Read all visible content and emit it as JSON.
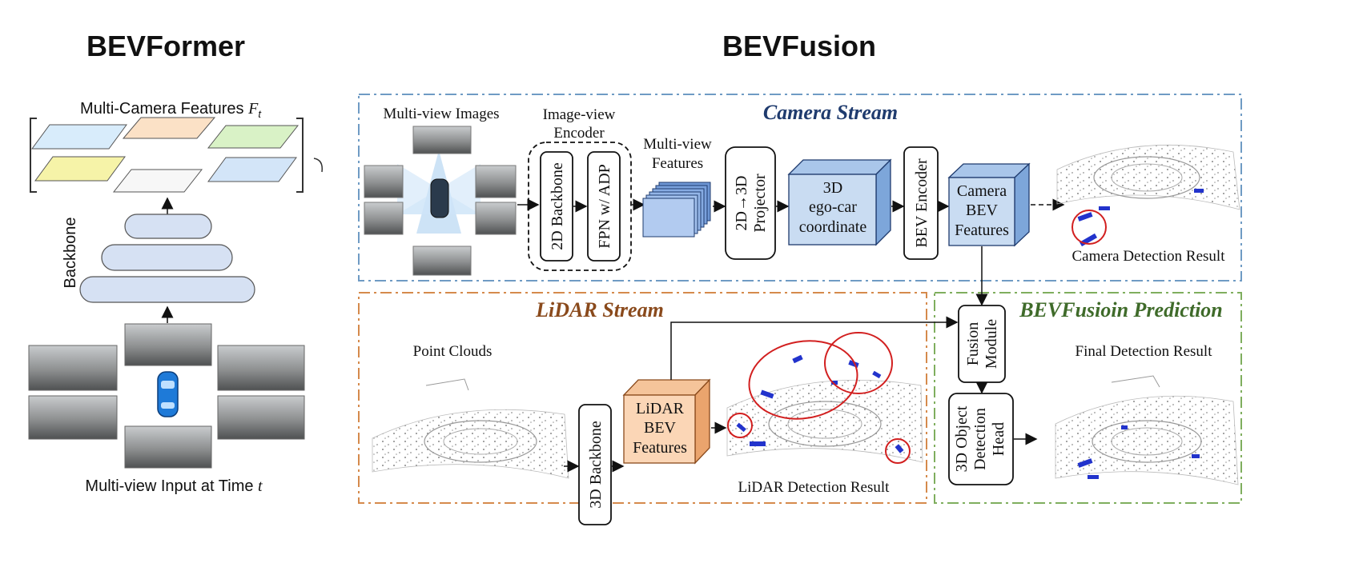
{
  "bevformer": {
    "title": "BEVFormer",
    "features_label": "Multi-Camera Features ",
    "features_var": "F",
    "features_sub": "t",
    "backbone_label": "Backbone",
    "input_label": "Multi-view Input at Time ",
    "input_var": "t"
  },
  "bevfusion": {
    "title": "BEVFusion",
    "camera_stream": {
      "title": "Camera Stream",
      "multiview_images": "Multi-view Images",
      "encoder_title_1": "Image-view",
      "encoder_title_2": "Encoder",
      "backbone_2d": "2D Backbone",
      "fpn": "FPN w/ ADP",
      "mv_features_1": "Multi-view",
      "mv_features_2": "Features",
      "projector_1": "2D→3D",
      "projector_2": "Projector",
      "egocar_1": "3D",
      "egocar_2": "ego-car",
      "egocar_3": "coordinate",
      "bev_encoder": "BEV Encoder",
      "cam_bev_1": "Camera",
      "cam_bev_2": "BEV",
      "cam_bev_3": "Features",
      "result": "Camera Detection Result"
    },
    "lidar_stream": {
      "title": "LiDAR Stream",
      "point_clouds": "Point Clouds",
      "backbone_3d": "3D Backbone",
      "lidar_bev_1": "LiDAR",
      "lidar_bev_2": "BEV",
      "lidar_bev_3": "Features",
      "result": "LiDAR Detection Result"
    },
    "fusion": {
      "title": "BEVFusioin Prediction",
      "fusion_module_1": "Fusion",
      "fusion_module_2": "Module",
      "head_1": "3D Object",
      "head_2": "Detection",
      "head_3": "Head",
      "result": "Final Detection Result"
    }
  },
  "colors": {
    "camera_border": "#6f9bc4",
    "lidar_border": "#d58a4c",
    "fusion_border": "#7fae5e",
    "box_blue": "#c9dcf2",
    "box_orange": "#fbd6b6",
    "detect_circle": "#d21f1f",
    "det_box": "#2233cc"
  }
}
